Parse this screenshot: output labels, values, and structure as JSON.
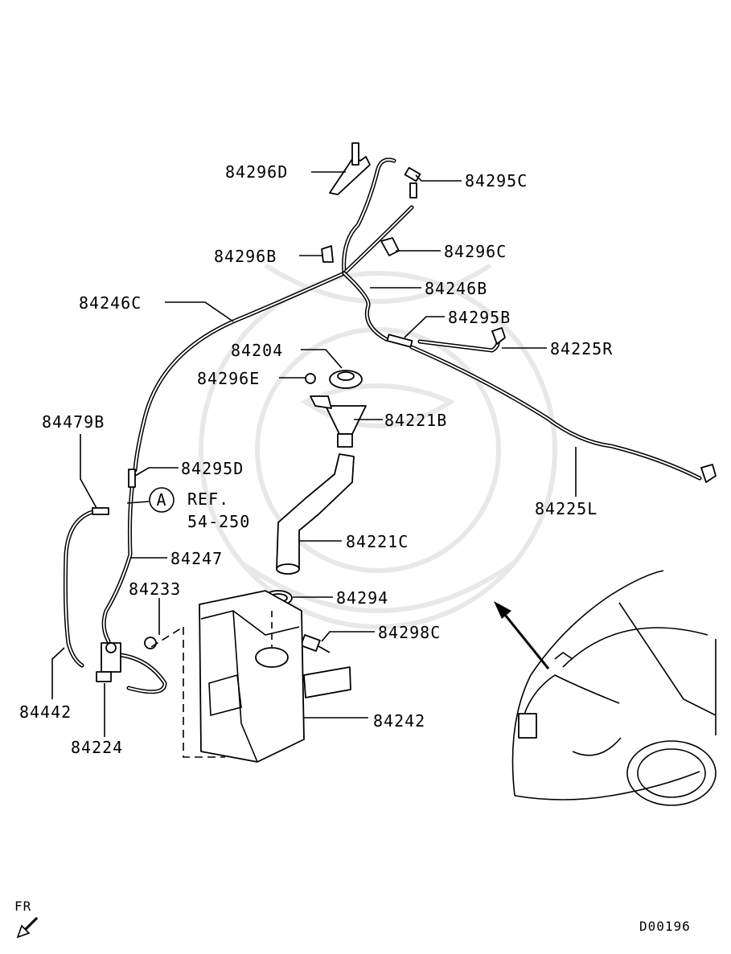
{
  "diagram_code": "D00196",
  "front_indicator": "FR",
  "callouts": {
    "p84296D": "84296D",
    "p84295C": "84295C",
    "p84296B": "84296B",
    "p84296C": "84296C",
    "p84246C": "84246C",
    "p84246B": "84246B",
    "p84295B": "84295B",
    "p84225R": "84225R",
    "p84204": "84204",
    "p84296E": "84296E",
    "p84221B": "84221B",
    "p84479B": "84479B",
    "p84295D": "84295D",
    "p84225L": "84225L",
    "p84221C": "84221C",
    "p84247": "84247",
    "p84233": "84233",
    "p84294": "84294",
    "p84298C": "84298C",
    "p84442": "84442",
    "p84242": "84242",
    "p84224": "84224"
  },
  "reference": {
    "marker": "A",
    "line1": "REF.",
    "line2": "54-250"
  }
}
